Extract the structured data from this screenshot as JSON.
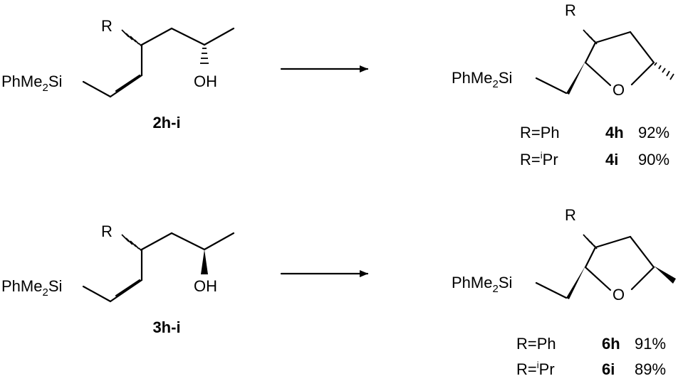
{
  "scheme": {
    "rows": [
      {
        "start": {
          "silyl_main": "PhMe",
          "silyl_sub": "2",
          "silyl_end": "Si",
          "r": "R",
          "oh": "OH",
          "label": "2h-i"
        },
        "product": {
          "silyl_main": "PhMe",
          "silyl_sub": "2",
          "silyl_end": "Si",
          "r": "R",
          "o": "O",
          "results": [
            {
              "r_pre": "R=Ph",
              "r_sup": "",
              "r_post": "",
              "cmpd": "4h",
              "yield": "92%"
            },
            {
              "r_pre": "R=",
              "r_sup": "i",
              "r_post": "Pr",
              "cmpd": "4i",
              "yield": "90%"
            }
          ]
        }
      },
      {
        "start": {
          "silyl_main": "PhMe",
          "silyl_sub": "2",
          "silyl_end": "Si",
          "r": "R",
          "oh": "OH",
          "label": "3h-i"
        },
        "product": {
          "silyl_main": "PhMe",
          "silyl_sub": "2",
          "silyl_end": "Si",
          "r": "R",
          "o": "O",
          "results": [
            {
              "r_pre": "R=Ph",
              "r_sup": "",
              "r_post": "",
              "cmpd": "6h",
              "yield": "91%"
            },
            {
              "r_pre": "R=",
              "r_sup": "i",
              "r_post": "Pr",
              "cmpd": "6i",
              "yield": "89%"
            }
          ]
        }
      }
    ]
  }
}
